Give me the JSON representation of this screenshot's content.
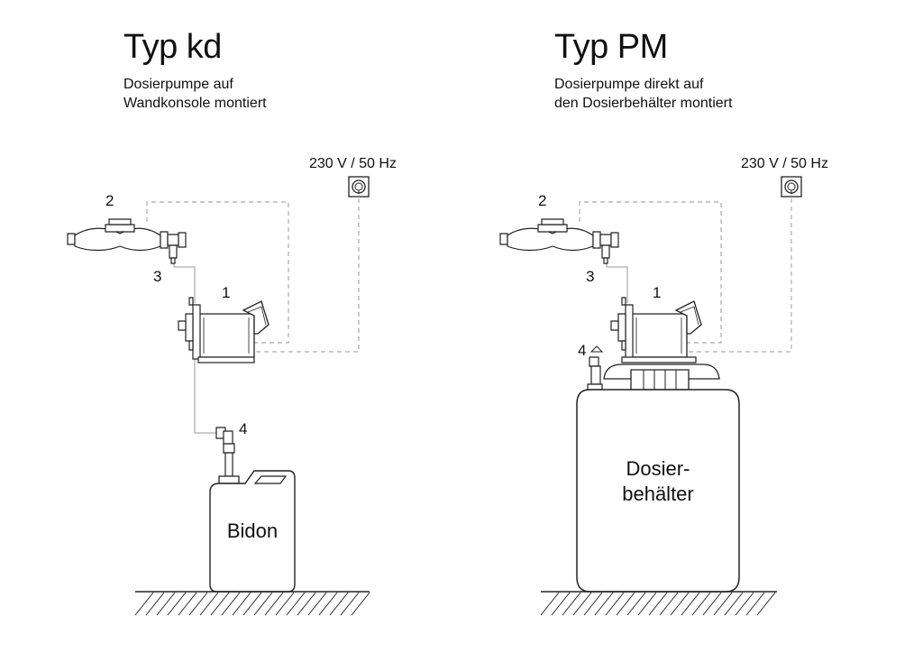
{
  "left": {
    "title": "Typ kd",
    "subtitle_line1": "Dosierpumpe auf",
    "subtitle_line2": "Wandkonsole montiert",
    "power": "230 V / 50 Hz",
    "labels": [
      "1",
      "2",
      "3",
      "4"
    ],
    "tank_line1": "Bidon"
  },
  "right": {
    "title": "Typ PM",
    "subtitle_line1": "Dosierpumpe direkt auf",
    "subtitle_line2": "den Dosierbehälter montiert",
    "power": "230 V / 50 Hz",
    "labels": [
      "1",
      "2",
      "3",
      "4"
    ],
    "tank_line1": "Dosier-",
    "tank_line2": "behälter"
  },
  "colors": {
    "line": "#222222",
    "dashed": "#aaaaaa",
    "fill": "#ffffff"
  }
}
